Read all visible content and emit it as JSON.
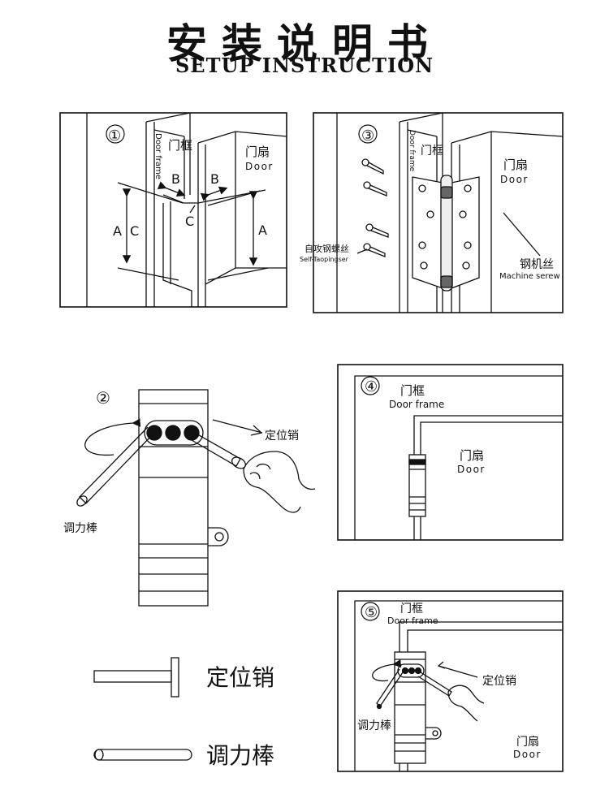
{
  "header": {
    "title_cn": "安装说明书",
    "title_en": "SETUP INSTRUCTION"
  },
  "step1": {
    "number": "①",
    "door_frame_cn": "门框",
    "door_frame_en": "Door frame",
    "door_cn": "门扇",
    "door_en": "Door",
    "label_a": "A",
    "label_b": "B",
    "label_c": "C"
  },
  "step2": {
    "number": "②",
    "pin_cn": "定位销",
    "rod_cn": "调力棒"
  },
  "step3": {
    "number": "③",
    "door_frame_cn": "门框",
    "door_frame_en": "Door frame",
    "door_cn": "门扇",
    "door_en": "Door",
    "self_tapping_cn": "自攻钢螺丝",
    "self_tapping_en": "Self-Taopingser",
    "machine_screw_cn": "钢机丝",
    "machine_screw_en": "Machine serew"
  },
  "step4": {
    "number": "④",
    "door_frame_cn": "门框",
    "door_frame_en": "Door frame",
    "door_cn": "门扇",
    "door_en": "Door"
  },
  "step5": {
    "number": "⑤",
    "door_frame_cn": "门框",
    "door_frame_en": "Door frame",
    "door_cn": "门扇",
    "door_en": "Door",
    "pin_cn": "定位销",
    "rod_cn": "调力棒"
  },
  "legend": {
    "pin_cn": "定位销",
    "rod_cn": "调力棒"
  }
}
